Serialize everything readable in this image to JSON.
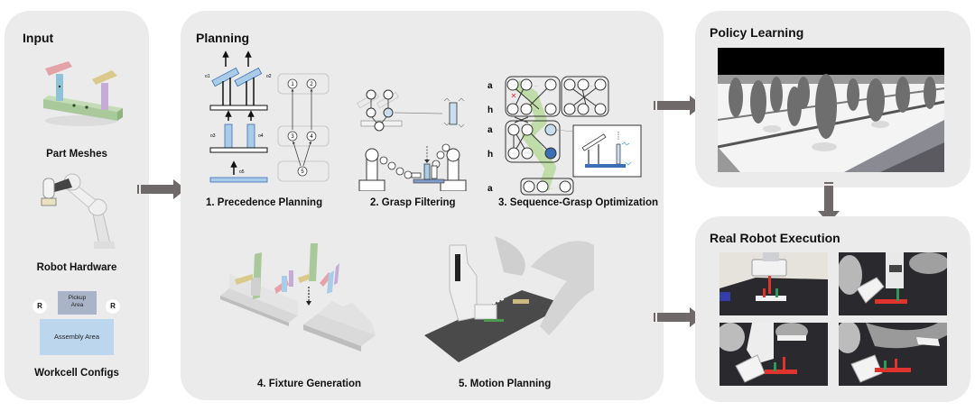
{
  "colors": {
    "panel_bg": "#ebebeb",
    "arrow": "#6f6a69",
    "part_blue": "#a9cde8",
    "part_green": "#a9c99a",
    "part_pink": "#e3a3a8",
    "part_yellow": "#d9c98a",
    "part_purple": "#c4acd6",
    "pickup_area": "#aab4c8",
    "assembly_area": "#bcd6ee",
    "node_dark_blue": "#3a6fb5",
    "node_light_blue": "#c9dff0",
    "path_green": "#b9d99c"
  },
  "panels": {
    "input": {
      "title": "Input",
      "items": [
        {
          "label": "Part Meshes"
        },
        {
          "label": "Robot Hardware"
        },
        {
          "label": "Workcell Configs"
        }
      ],
      "workcell": {
        "robot_marker": "R",
        "pickup_label_line1": "Pickup",
        "pickup_label_line2": "Area",
        "assembly_label": "Assembly Area"
      }
    },
    "planning": {
      "title": "Planning",
      "steps": [
        {
          "label": "1. Precedence Planning"
        },
        {
          "label": "2. Grasp Filtering"
        },
        {
          "label": "3. Sequence-Grasp Optimization"
        },
        {
          "label": "4. Fixture Generation"
        },
        {
          "label": "5. Motion Planning"
        }
      ],
      "precedence": {
        "part_labels": [
          "o1",
          "o2",
          "o3",
          "o4",
          "o5"
        ],
        "graph_nodes": [
          "1",
          "2",
          "3",
          "4",
          "5"
        ]
      },
      "sequence_grasp": {
        "row_labels": [
          "a",
          "h",
          "a",
          "h",
          "a"
        ],
        "ellipsis": "..."
      }
    },
    "policy_learning": {
      "title": "Policy Learning"
    },
    "real_robot": {
      "title": "Real Robot Execution",
      "photos": [
        "photo-1",
        "photo-2",
        "photo-3",
        "photo-4"
      ]
    }
  }
}
